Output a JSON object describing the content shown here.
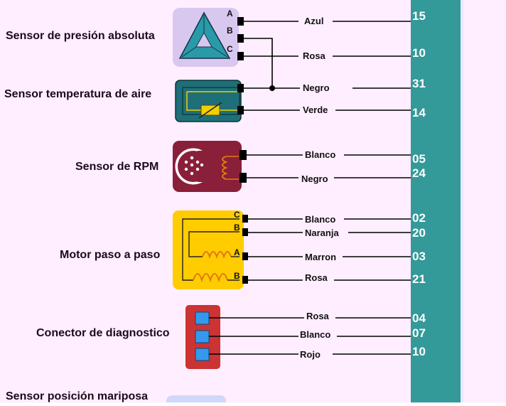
{
  "colors": {
    "background": "#ffeeff",
    "ecu_bar": "#339999",
    "ecu_border": "#e8e8ff",
    "pressure_box": "#d8c8f0",
    "pressure_triangle": "#2a9aa8",
    "temp_box": "#1f6f78",
    "rpm_box": "#8a1f3a",
    "motor_box": "#ffcc00",
    "coil": "#e07a10",
    "diag_box": "#cc3333",
    "diag_pin": "#3399ee"
  },
  "components": [
    {
      "name": "Sensor de presión absoluta",
      "icon": "pressure-sensor-icon",
      "pins": [
        "A",
        "B",
        "C"
      ]
    },
    {
      "name": "Sensor temperatura de aire",
      "icon": "thermistor-icon",
      "pins": []
    },
    {
      "name": "Sensor de RPM",
      "icon": "rpm-sensor-icon",
      "pins": []
    },
    {
      "name": "Motor paso a paso",
      "icon": "stepper-motor-icon",
      "pins": [
        "C",
        "B",
        "A",
        "B"
      ]
    },
    {
      "name": "Conector de diagnostico",
      "icon": "diagnostic-connector-icon",
      "pins": []
    },
    {
      "name": "Sensor posición mariposa",
      "icon": "throttle-sensor-icon",
      "pins": []
    }
  ],
  "wires": [
    {
      "color": "Azul",
      "pin": "15"
    },
    {
      "color": "Rosa",
      "pin": "10"
    },
    {
      "color": "Negro",
      "pin": "31"
    },
    {
      "color": "Verde",
      "pin": "14"
    },
    {
      "color": "Blanco",
      "pin": "05"
    },
    {
      "color": "Negro",
      "pin": "24"
    },
    {
      "color": "Blanco",
      "pin": "02"
    },
    {
      "color": "Naranja",
      "pin": "20"
    },
    {
      "color": "Marron",
      "pin": "03"
    },
    {
      "color": "Rosa",
      "pin": "21"
    },
    {
      "color": "Rosa",
      "pin": "04"
    },
    {
      "color": "Blanco",
      "pin": "07"
    },
    {
      "color": "Rojo",
      "pin": "10"
    }
  ]
}
